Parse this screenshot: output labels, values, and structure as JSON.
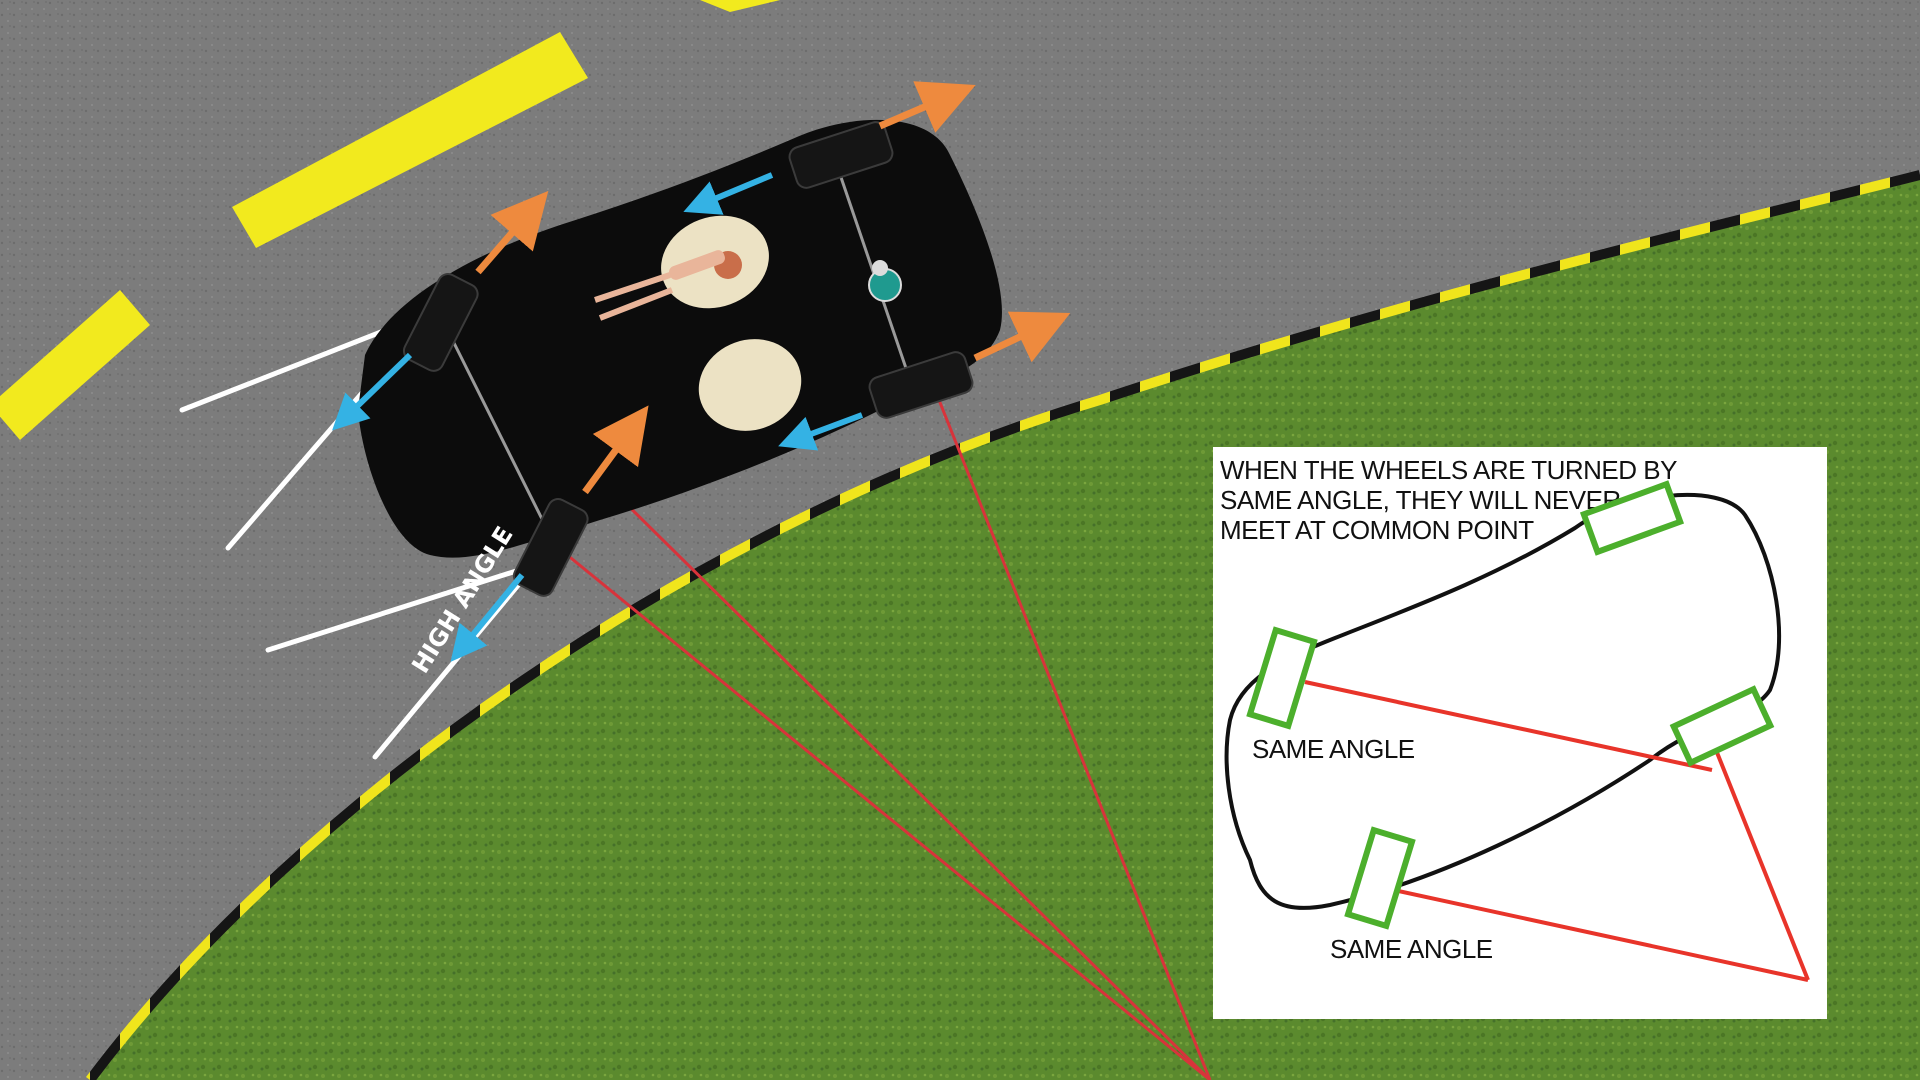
{
  "scene": {
    "label_high_angle": "HIGH ANGLE"
  },
  "inset": {
    "caption_lines": [
      "WHEN THE WHEELS ARE TURNED BY",
      "SAME ANGLE, THEY WILL NEVER",
      "MEET AT COMMON POINT"
    ],
    "label_same_angle_top": "SAME ANGLE",
    "label_same_angle_bottom": "SAME ANGLE"
  },
  "colors": {
    "road": "#7b7b7b",
    "lane_marking": "#f2ea1e",
    "grass": "#5f8a2c",
    "curb_stripe": "#f0e51c",
    "car_body": "#0c0c0c",
    "force_orange": "#ee8a3e",
    "force_blue": "#34b2e4",
    "red_lines": "#d8333b",
    "inset_red": "#e8342a",
    "inset_wheel": "#4caf2c"
  },
  "icons": [
    "orange-force-arrow",
    "blue-force-arrow",
    "wheel-icon",
    "seat-icon",
    "driver-icon",
    "steering-column-icon"
  ]
}
